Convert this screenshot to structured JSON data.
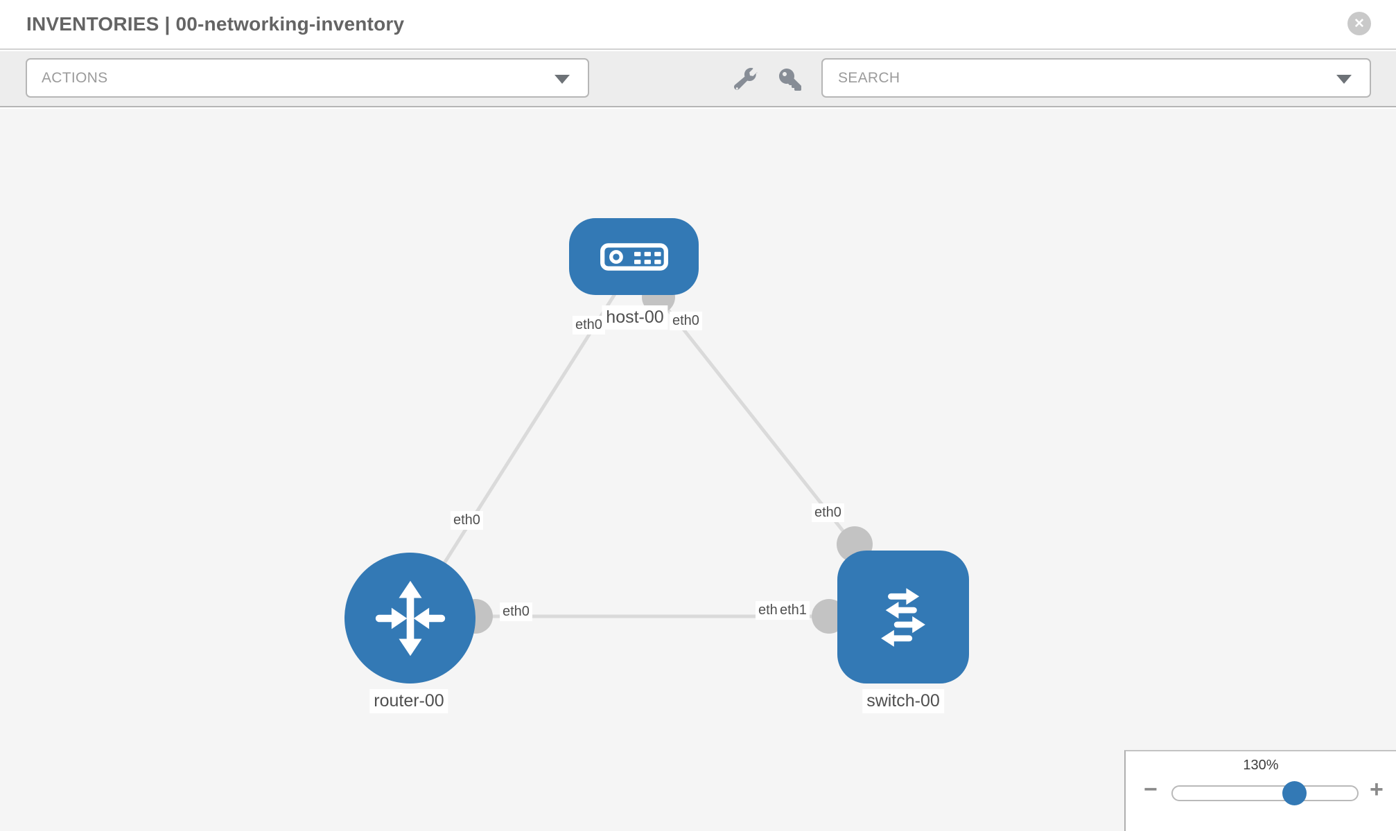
{
  "header": {
    "title": "INVENTORIES | 00-networking-inventory",
    "close_glyph": "✕"
  },
  "toolbar": {
    "actions_label": "ACTIONS",
    "search_placeholder": "SEARCH"
  },
  "icons": {
    "wrench": "wrench-icon",
    "key": "key-icon",
    "close": "close-icon",
    "caret": "chevron-down-icon"
  },
  "topology": {
    "nodes": [
      {
        "label": "host-00",
        "type": "host"
      },
      {
        "label": "router-00",
        "type": "router"
      },
      {
        "label": "switch-00",
        "type": "switch"
      }
    ],
    "links": [
      {
        "from": "host-00",
        "to": "router-00",
        "from_interface": "eth0",
        "to_interface": "eth0"
      },
      {
        "from": "host-00",
        "to": "switch-00",
        "from_interface": "eth0",
        "to_interface": "eth0"
      },
      {
        "from": "router-00",
        "to": "switch-00",
        "from_interface": "eth0",
        "to_interface": "eth1",
        "overlapped_interface": "eth0"
      }
    ]
  },
  "zoom": {
    "level": "130%",
    "percent": 130,
    "minus_glyph": "−",
    "plus_glyph": "+"
  },
  "colors": {
    "node_blue": "#3379b5",
    "link_gray": "#dadada",
    "connector_gray": "#c3c3c3",
    "canvas_bg": "#f5f5f5"
  }
}
